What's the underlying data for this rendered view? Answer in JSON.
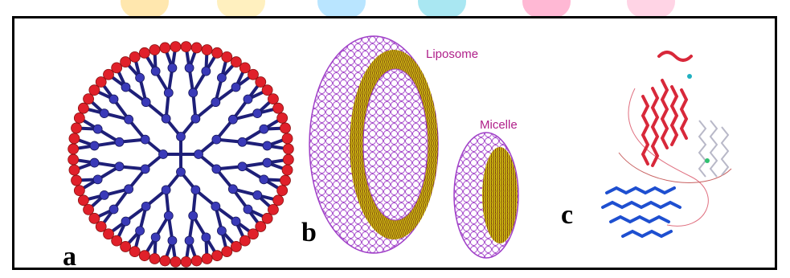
{
  "panels": {
    "a": {
      "label": "a"
    },
    "b": {
      "label": "b",
      "liposome_label": "Liposome",
      "micelle_label": "Micelle"
    },
    "c": {
      "label": "c"
    }
  },
  "colors": {
    "dendrimer_branch": "#1e1f78",
    "dendrimer_node": "#3a3ab8",
    "dendrimer_terminal": "#e0202a",
    "lipid_head": "#a040c8",
    "lipid_tail": "#d8c810",
    "lipid_core_dark": "#6a2a10",
    "protein_red": "#d8283a",
    "protein_blue": "#1e4fd0",
    "label_magenta": "#b0208a"
  },
  "icons": [
    "dendrimer-figure",
    "liposome-figure",
    "micelle-figure",
    "protein-figure"
  ]
}
